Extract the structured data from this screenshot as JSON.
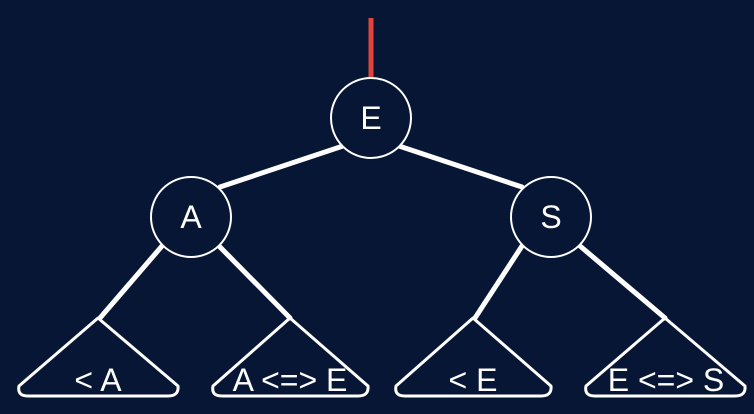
{
  "colors": {
    "background": "#071634",
    "foreground": "#ffffff",
    "root_link": "#e0453a"
  },
  "nodes": {
    "root": "E",
    "left": "A",
    "right": "S"
  },
  "subtrees": {
    "left_left": "< A",
    "left_right": "A <=> E",
    "right_left": "< E",
    "right_right": "E <=> S"
  }
}
